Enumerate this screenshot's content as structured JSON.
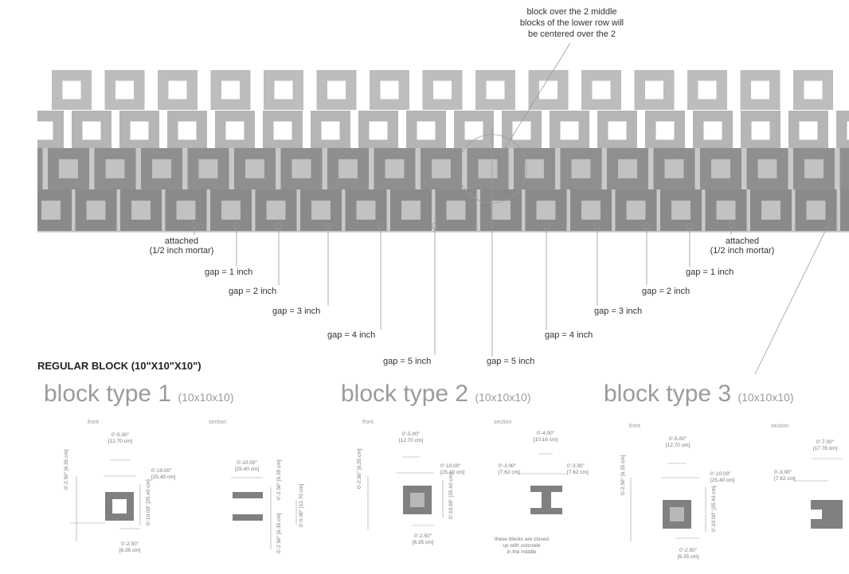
{
  "top_note": [
    "block over the 2 middle",
    "blocks of the lower row will",
    "be centered over the 2"
  ],
  "gap_labels": {
    "left_attached": [
      "attached",
      "(1/2 inch mortar)"
    ],
    "right_attached": [
      "attached",
      "(1/2 inch mortar)"
    ],
    "left_gap1": "gap = 1 inch",
    "left_gap2": "gap = 2 inch",
    "left_gap3": "gap = 3 inch",
    "left_gap4": "gap = 4 inch",
    "left_gap5": "gap = 5 inch",
    "right_gap5": "gap = 5 inch",
    "right_gap4": "gap = 4 inch",
    "right_gap3": "gap = 3 inch",
    "right_gap2": "gap = 2 inch",
    "right_gap1": "gap = 1 inch"
  },
  "regular_block_heading": "REGULAR BLOCK (10\"X10\"X10\")",
  "block_types": [
    {
      "name": "block type 1",
      "size": "(10x10x10)"
    },
    {
      "name": "block type 2",
      "size": "(10x10x10)"
    },
    {
      "name": "block type 3",
      "size": "(10x10x10)"
    }
  ],
  "view_labels": {
    "front": "front",
    "section": "section"
  },
  "bt1": {
    "front_top": [
      "0'-5.00\"",
      "[12.70 cm]"
    ],
    "front_right": [
      "0'-10.00\"",
      "[25.40 cm]"
    ],
    "front_left_v": [
      "0'-2.50\"",
      "[6.35 cm]"
    ],
    "front_right_v": [
      "0'-10.00\"",
      "[25.40 cm]"
    ],
    "front_bottom": [
      "0'-2.50\"",
      "[6.35 cm]"
    ],
    "sec_top": [
      "0'-10.00\"",
      "[25.40 cm]"
    ],
    "sec_v1": [
      "0'-2.50\"",
      "[6.35 cm]"
    ],
    "sec_v2": [
      "0'-5.00\"",
      "[12.70 cm]"
    ],
    "sec_v3": [
      "0'-2.50\"",
      "[6.35 cm]"
    ]
  },
  "bt2": {
    "front_top": [
      "0'-5.00\"",
      "[12.70 cm]"
    ],
    "front_right": [
      "0'-10.00\"",
      "[25.40 cm]"
    ],
    "front_left_v": [
      "0'-2.50\"",
      "[6.35 cm]"
    ],
    "front_right_v": [
      "0'-10.00\"",
      "[25.40 cm]"
    ],
    "front_bottom": [
      "0'-2.50\"",
      "[6.35 cm]"
    ],
    "sec_top": [
      "0'-4.00\"",
      "[10.16 cm]"
    ],
    "sec_left": [
      "0'-3.00\"",
      "[7.62 cm]"
    ],
    "sec_right": [
      "0'-3.00\"",
      "[7.62 cm]"
    ],
    "note": [
      "these blocks are closed",
      "up with concrete",
      "in the middle"
    ]
  },
  "bt3": {
    "front_top": [
      "0'-5.00\"",
      "[12.70 cm]"
    ],
    "front_right": [
      "0'-10.00\"",
      "[25.40 cm]"
    ],
    "front_left_v": [
      "0'-2.50\"",
      "[6.35 cm]"
    ],
    "front_right_v": [
      "0'-10.00\"",
      "[25.40 cm]"
    ],
    "front_bottom": [
      "0'-2.50\"",
      "[6.35 cm]"
    ],
    "sec_top": [
      "0'-7.00\"",
      "[17.78 cm]"
    ],
    "sec_left": [
      "0'-3.00\"",
      "[7.62 cm]"
    ]
  },
  "colors": {
    "row1": "#bdbdbd",
    "row2": "#b5b5b5",
    "row3": "#8f8f8f",
    "row4": "#8a8a8a",
    "hole_light": "#ffffff",
    "hole_dark": "#c2c2c2",
    "backing": "#c9c9c9",
    "section_fill": "#808080"
  }
}
